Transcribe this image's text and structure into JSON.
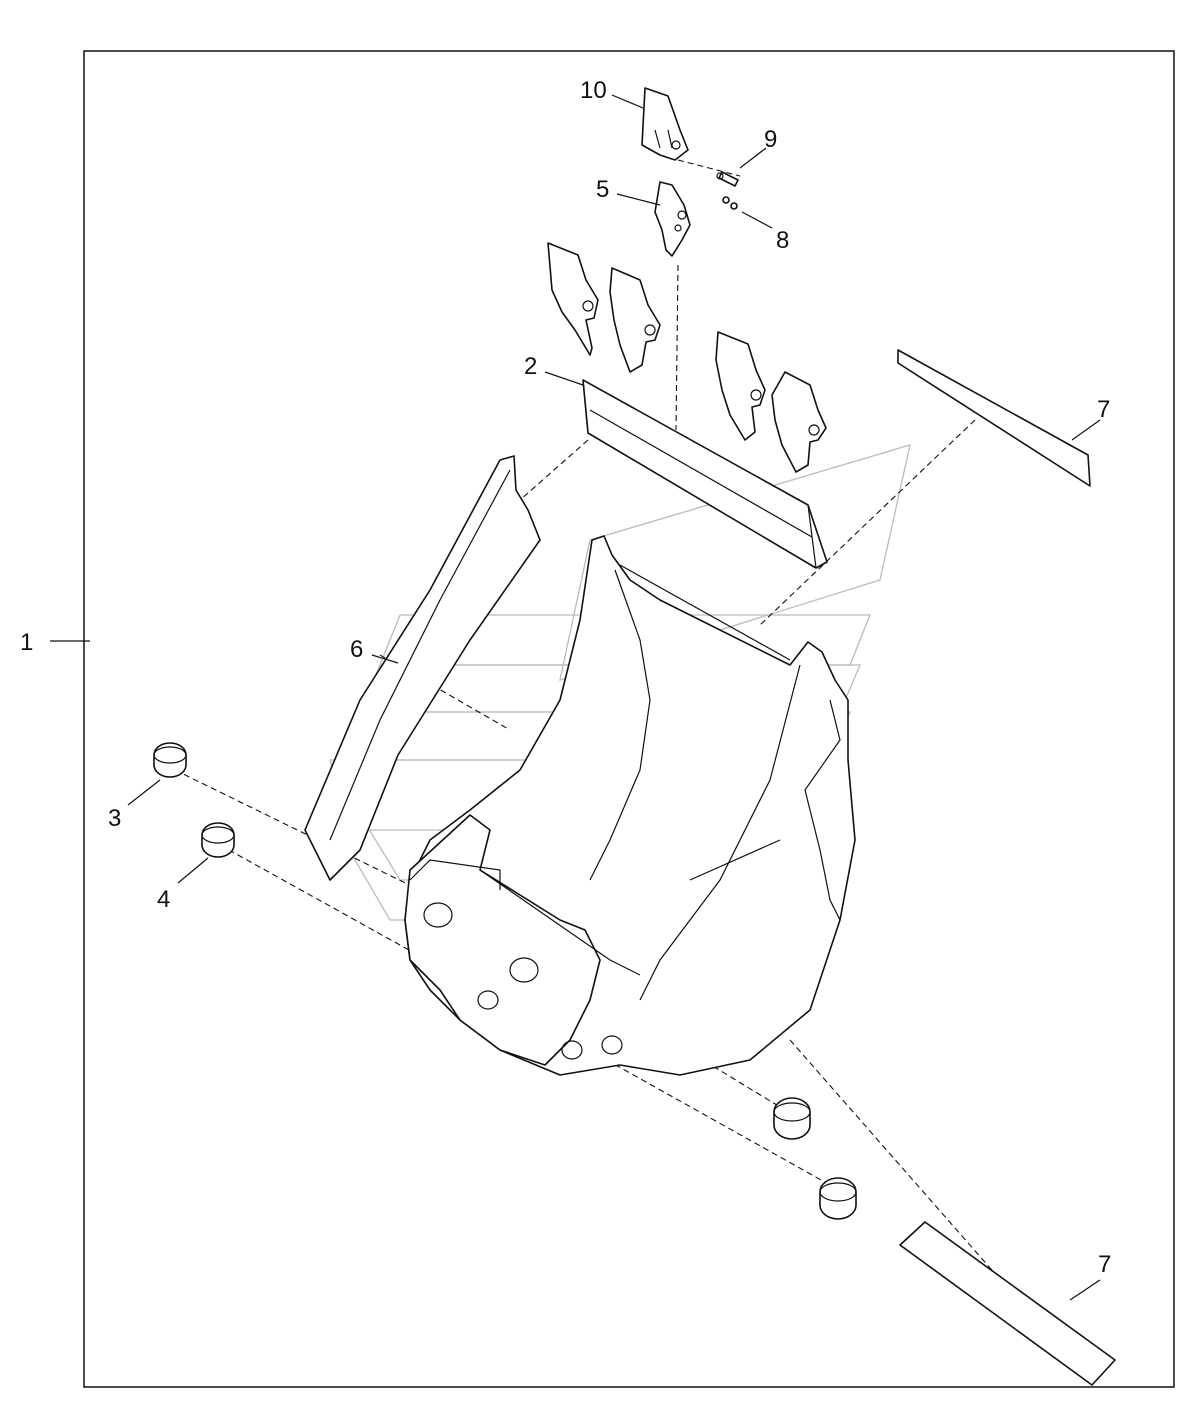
{
  "diagram": {
    "type": "exploded-parts-view",
    "subject": "excavator bucket assembly",
    "colors": {
      "line": "#111111",
      "watermark": "#bbbbbb",
      "background": "#ffffff"
    },
    "callouts": [
      {
        "id": "assembly",
        "label": "1"
      },
      {
        "id": "cutting-edge",
        "label": "2"
      },
      {
        "id": "bushing-a",
        "label": "3"
      },
      {
        "id": "bushing-b",
        "label": "4"
      },
      {
        "id": "tooth-adapter",
        "label": "5"
      },
      {
        "id": "side-cutter",
        "label": "6"
      },
      {
        "id": "wear-strip-top",
        "label": "7"
      },
      {
        "id": "wear-strip-bottom",
        "label": "7"
      },
      {
        "id": "retainer",
        "label": "8"
      },
      {
        "id": "pin",
        "label": "9"
      },
      {
        "id": "tooth",
        "label": "10"
      }
    ]
  }
}
